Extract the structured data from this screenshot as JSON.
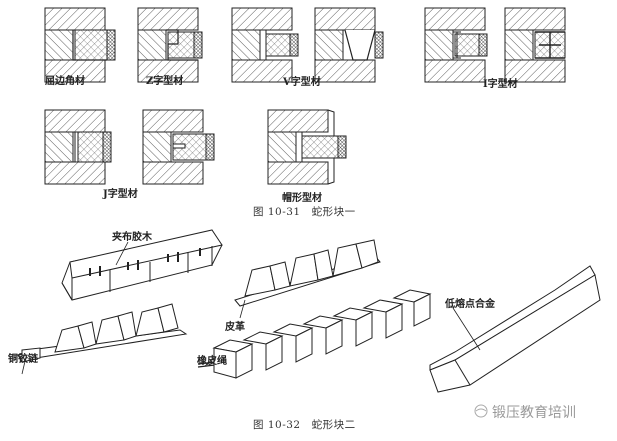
{
  "figure_31": {
    "labels": [
      "屈边角材",
      "Z字型材",
      "V字型材",
      "I字型材",
      "J字型材",
      "帽形型材"
    ],
    "caption": "图 10-31　蛇形块一"
  },
  "figure_32": {
    "labels": {
      "fabric_bakelite": "夹布胶木",
      "leather": "皮革",
      "copper_hinge": "铜铰链",
      "rubber_cord": "橡皮绳",
      "low_melting_alloy": "低熔点合金"
    },
    "caption": "图 10-32　蛇形块二"
  },
  "watermark": "锻压教育培训"
}
